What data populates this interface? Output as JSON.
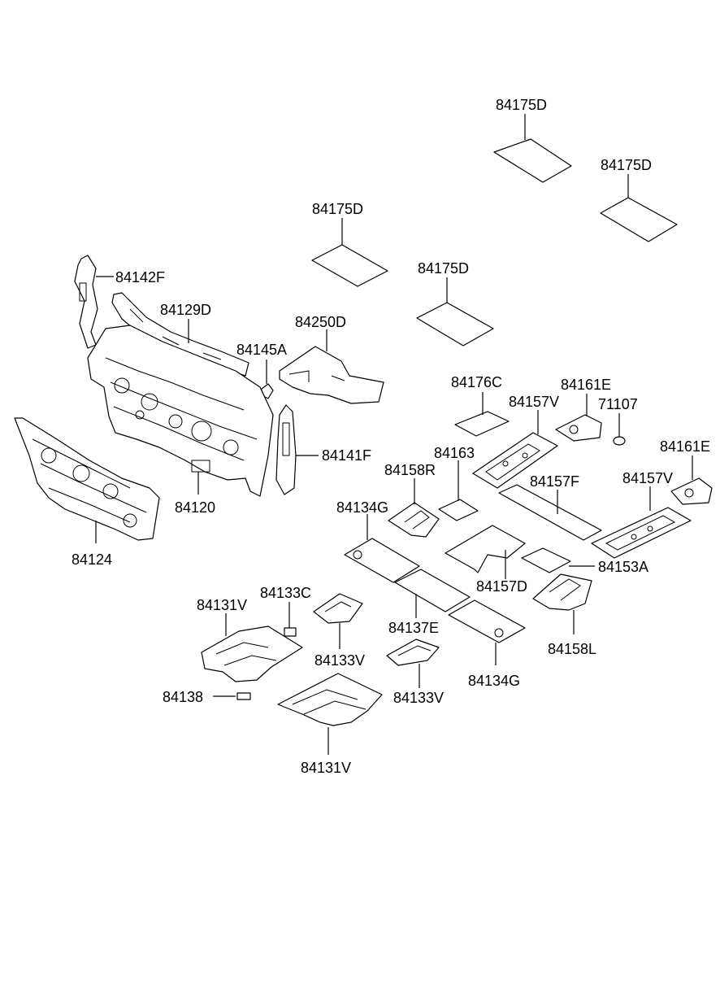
{
  "labels": {
    "p84175D_a": "84175D",
    "p84175D_b": "84175D",
    "p84175D_c": "84175D",
    "p84175D_d": "84175D",
    "p84142F": "84142F",
    "p84129D": "84129D",
    "p84250D": "84250D",
    "p84145A": "84145A",
    "p84141F": "84141F",
    "p84120": "84120",
    "p84124": "84124",
    "p84176C": "84176C",
    "p84161E_a": "84161E",
    "p71107": "71107",
    "p84157V_a": "84157V",
    "p84163": "84163",
    "p84158R": "84158R",
    "p84161E_b": "84161E",
    "p84157F": "84157F",
    "p84157V_b": "84157V",
    "p84134G_a": "84134G",
    "p84153A": "84153A",
    "p84157D": "84157D",
    "p84131V_a": "84131V",
    "p84133C": "84133C",
    "p84137E": "84137E",
    "p84158L": "84158L",
    "p84133V_a": "84133V",
    "p84134G_b": "84134G",
    "p84133V_b": "84133V",
    "p84138": "84138",
    "p84131V_b": "84131V"
  }
}
